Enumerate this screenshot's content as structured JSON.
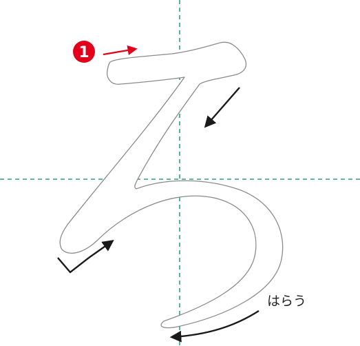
{
  "diagram": {
    "character": "ろ",
    "step_number": "1",
    "stroke_end_label": "はらう",
    "colors": {
      "background": "#ffffff",
      "guide_line": "#2e9e83",
      "outline": "#8a8a8a",
      "direction_arrow": "#1a1a1a",
      "start_arrow": "#e3001b",
      "step_badge": "#e3001b"
    },
    "icons": {
      "step_badge": "numbered-circle",
      "start_arrow": "right-arrow",
      "direction_arrows": "stroke-direction-arrow",
      "checkmark": "tome-hook"
    }
  }
}
